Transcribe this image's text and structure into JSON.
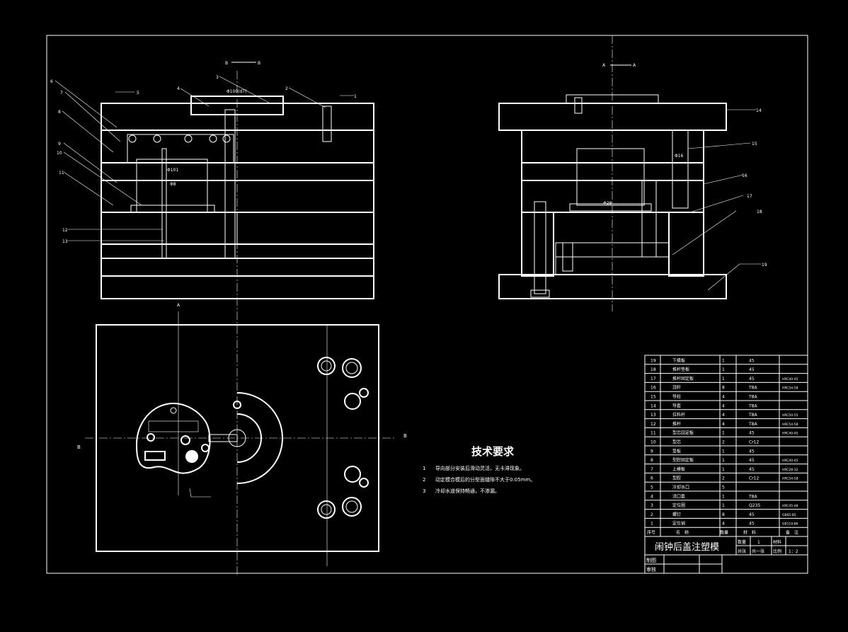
{
  "drawing": {
    "section_b_label": "B",
    "section_a_label": "A",
    "callouts_left": [
      "6",
      "7",
      "8",
      "9",
      "10",
      "11",
      "12",
      "13"
    ],
    "callouts_top": [
      "5",
      "4",
      "3",
      "2",
      "1"
    ],
    "callouts_right": [
      "14",
      "15",
      "16",
      "17",
      "18",
      "19"
    ],
    "dim_d100": "Φ100(d7)",
    "dim_d101": "Φ101",
    "dim_d8": "Φ8",
    "dim_d16": "Φ16",
    "dim_d28": "Φ28"
  },
  "tech_requirements": {
    "title": "技术要求",
    "items": [
      {
        "num": "1",
        "text": "导向部分安装后滑动灵活，无卡滞现象。"
      },
      {
        "num": "2",
        "text": "动定模合模后的分型面缝隙不大于0.05mm。"
      },
      {
        "num": "3",
        "text": "冷却水道保持畅通，不渗漏。"
      }
    ]
  },
  "bom": {
    "rows": [
      {
        "no": "19",
        "name": "下模板",
        "qty": "1",
        "mat": "45",
        "note": ""
      },
      {
        "no": "18",
        "name": "推杆垫板",
        "qty": "1",
        "mat": "45",
        "note": ""
      },
      {
        "no": "17",
        "name": "推杆固定板",
        "qty": "1",
        "mat": "45",
        "note": "HRC40-45"
      },
      {
        "no": "16",
        "name": "顶杆",
        "qty": "8",
        "mat": "T8A",
        "note": "HRC54-58"
      },
      {
        "no": "15",
        "name": "导柱",
        "qty": "4",
        "mat": "T8A",
        "note": ""
      },
      {
        "no": "14",
        "name": "导套",
        "qty": "4",
        "mat": "T8A",
        "note": ""
      },
      {
        "no": "13",
        "name": "拉料杆",
        "qty": "4",
        "mat": "T8A",
        "note": "HRC50-55"
      },
      {
        "no": "12",
        "name": "推杆",
        "qty": "4",
        "mat": "T8A",
        "note": "HRC54-58"
      },
      {
        "no": "11",
        "name": "型芯固定板",
        "qty": "1",
        "mat": "45",
        "note": "HRC40-45"
      },
      {
        "no": "10",
        "name": "型芯",
        "qty": "2",
        "mat": "Cr12",
        "note": ""
      },
      {
        "no": "9",
        "name": "垫板",
        "qty": "1",
        "mat": "45",
        "note": ""
      },
      {
        "no": "8",
        "name": "型腔固定板",
        "qty": "1",
        "mat": "45",
        "note": "HRC40-45"
      },
      {
        "no": "7",
        "name": "上模板",
        "qty": "1",
        "mat": "45",
        "note": "HRC28-32"
      },
      {
        "no": "6",
        "name": "型腔",
        "qty": "2",
        "mat": "Cr12",
        "note": "HRC54-58"
      },
      {
        "no": "5",
        "name": "冷却水口",
        "qty": "5",
        "mat": "",
        "note": ""
      },
      {
        "no": "4",
        "name": "浇口套",
        "qty": "1",
        "mat": "T8A",
        "note": ""
      },
      {
        "no": "3",
        "name": "定位圈",
        "qty": "1",
        "mat": "Q235",
        "note": "HRC45-48"
      },
      {
        "no": "2",
        "name": "螺钉",
        "qty": "8",
        "mat": "45",
        "note": "GB65-85"
      },
      {
        "no": "1",
        "name": "定位销",
        "qty": "4",
        "mat": "45",
        "note": "GB119-86"
      }
    ],
    "header": {
      "no": "序号",
      "name": "名　称",
      "qty": "数量",
      "mat": "材　料",
      "note": "备　注"
    },
    "title": "闹钟后盖注塑模",
    "qty_label": "数量",
    "qty_value": "1",
    "material_label": "材料",
    "sheets_label": "共张",
    "sheet_label": "共一张",
    "scale_label": "比例",
    "scale_value": "1：2",
    "drawn_label": "制图",
    "checked_label": "审核"
  }
}
